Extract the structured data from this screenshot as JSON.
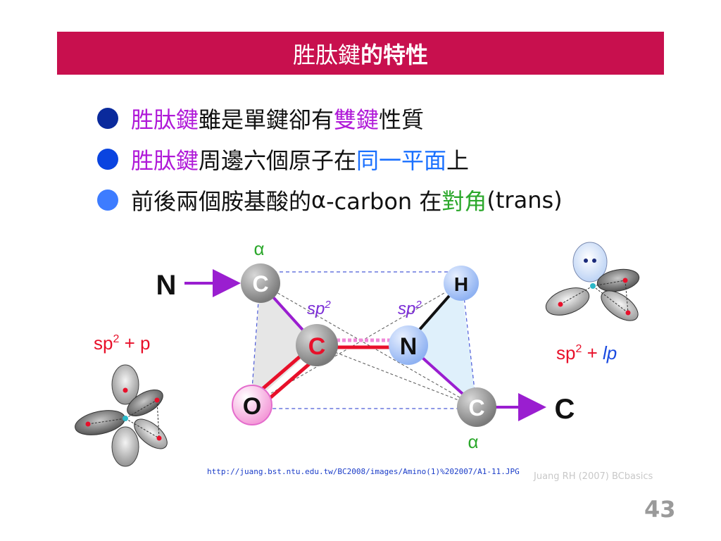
{
  "slide": {
    "title_regular": "胜肽鍵",
    "title_bold": "的特性",
    "page_number": "43",
    "url": "http://juang.bst.ntu.edu.tw/BC2008/images/Amino(1)%202007/A1-11.JPG",
    "credit": "Juang RH (2007) BCbasics"
  },
  "bullets": [
    {
      "dot_color": "#0a2a9c",
      "parts": [
        "胜肽鍵",
        " 雖是單鍵卻有",
        "雙鍵",
        "性質"
      ]
    },
    {
      "dot_color": "#0a44e0",
      "parts": [
        "胜肽鍵",
        " 周邊六個原子在",
        "同一平面",
        "上"
      ]
    },
    {
      "dot_color": "#3d7cff",
      "parts": [
        "前後兩個胺基酸的 ",
        "α",
        "-carbon 在",
        "對角",
        " (trans)"
      ]
    }
  ],
  "diagram": {
    "atoms": {
      "c_alpha_left": "C",
      "h": "H",
      "c_carbonyl": "C",
      "n_amide": "N",
      "o": "O",
      "c_alpha_right": "C"
    },
    "n_terminus": "N",
    "c_terminus": "C",
    "alpha_top": "α",
    "alpha_bottom": "α",
    "sp2_left": "sp",
    "sp2_right": "sp",
    "sp2_sup": "2",
    "left_orbital_label": {
      "prefix": "sp",
      "sup": "2",
      "suffix": " + p"
    },
    "right_orbital_label": {
      "prefix": "sp",
      "sup": "2",
      "plus": " + ",
      "lp": "lp"
    },
    "colors": {
      "arrow": "#9a1ed0",
      "bond_red": "#e8102a",
      "bond_pink": "#f08ad8",
      "carbonyl_label": "#e8102a",
      "orbital_label_red": "#e8102a",
      "orbital_label_blue": "#1a4ae0",
      "alpha_green": "#2ca82c",
      "sp2_purple": "#7a2bd6"
    }
  }
}
